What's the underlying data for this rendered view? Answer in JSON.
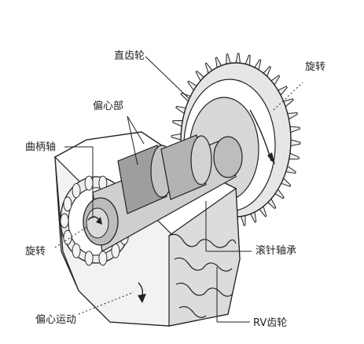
{
  "labels": {
    "spur_gear": "直齿轮",
    "rotation_top": "旋转",
    "eccentric": "偏心部",
    "crankshaft": "曲柄轴",
    "rotation_left": "旋转",
    "needle_bearing": "滚针轴承",
    "eccentric_motion": "偏心运动",
    "rv_gear": "RV齿轮"
  },
  "colors": {
    "line": "#222222",
    "light_gray": "#e6e6e6",
    "mid_gray": "#c8c8c8",
    "dark_gray": "#9a9a9a",
    "white": "#ffffff"
  },
  "icons": [
    "rotation-arrow-icon"
  ]
}
